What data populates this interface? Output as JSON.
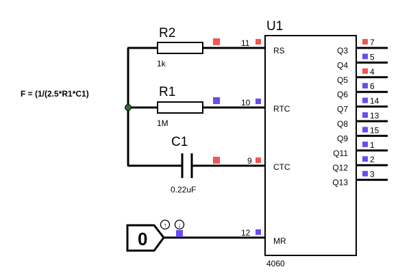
{
  "formula": "F = (1/(2.5*R1*C1)",
  "chip": {
    "ref": "U1",
    "part": "4060",
    "left_pins": [
      {
        "name": "RS",
        "number": "11",
        "state": "red"
      },
      {
        "name": "RTC",
        "number": "10",
        "state": "blue"
      },
      {
        "name": "CTC",
        "number": "9",
        "state": "red"
      },
      {
        "name": "MR",
        "number": "12",
        "state": "blue"
      }
    ],
    "right_pins": [
      {
        "name": "Q3",
        "number": "7",
        "state": "red"
      },
      {
        "name": "Q4",
        "number": "5",
        "state": "blue"
      },
      {
        "name": "Q5",
        "number": "4",
        "state": "red"
      },
      {
        "name": "Q6",
        "number": "6",
        "state": "blue"
      },
      {
        "name": "Q7",
        "number": "14",
        "state": "blue"
      },
      {
        "name": "Q8",
        "number": "13",
        "state": "blue"
      },
      {
        "name": "Q9",
        "number": "15",
        "state": "blue"
      },
      {
        "name": "Q11",
        "number": "1",
        "state": "blue"
      },
      {
        "name": "Q12",
        "number": "2",
        "state": "blue"
      },
      {
        "name": "Q13",
        "number": "3",
        "state": "blue"
      }
    ]
  },
  "components": {
    "r2": {
      "ref": "R2",
      "value": "1k",
      "state": "red"
    },
    "r1": {
      "ref": "R1",
      "value": "1M",
      "state": "blue"
    },
    "c1": {
      "ref": "C1",
      "value": "0.22uF",
      "state": "red"
    }
  },
  "logic_input": {
    "value": "0",
    "state": "blue",
    "up_icon": "↑",
    "down_icon": "↓"
  },
  "colors": {
    "red": "#f25555",
    "blue": "#6b4cf0",
    "junction": "#2e6b2e"
  }
}
